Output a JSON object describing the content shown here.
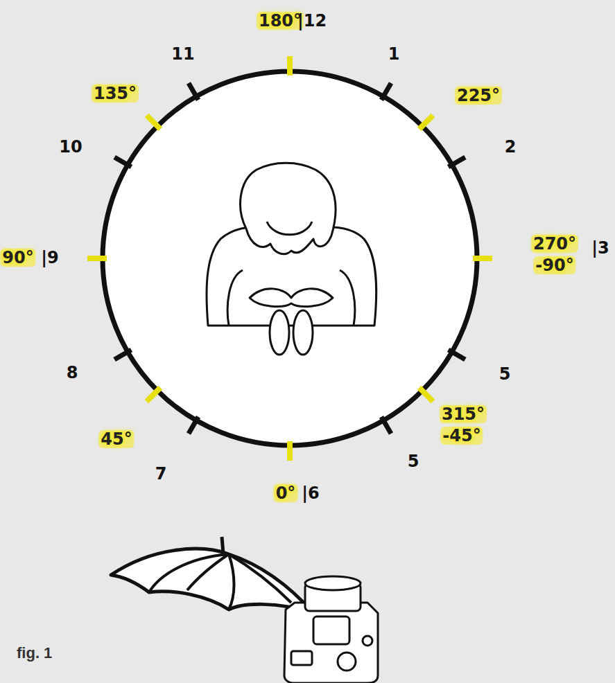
{
  "diagram": {
    "caption": "fig. 1",
    "labels": [
      "180°",
      "|12",
      "11",
      "1",
      "135°",
      "225°",
      "10",
      "2",
      "90°",
      "|9",
      "270°",
      "-90°",
      "|3",
      "8",
      "5",
      "315°",
      "-45°",
      "45°",
      "7",
      "5",
      "0°",
      "|6"
    ]
  }
}
